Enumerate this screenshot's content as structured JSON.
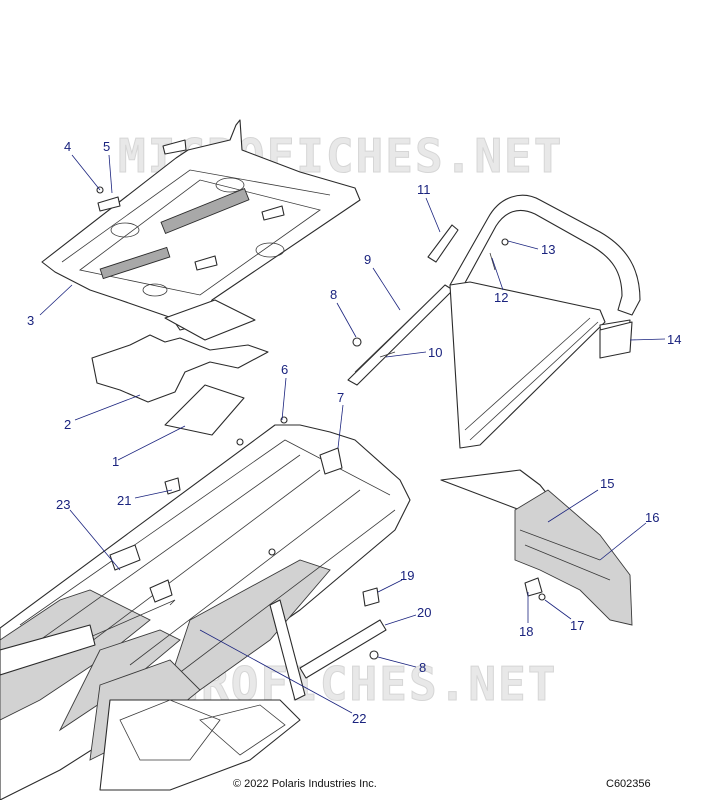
{
  "watermark": "MICROFICHES.NET",
  "callouts": {
    "c1": "1",
    "c2": "2",
    "c3": "3",
    "c4": "4",
    "c5": "5",
    "c6": "6",
    "c7": "7",
    "c8a": "8",
    "c8b": "8",
    "c9": "9",
    "c10": "10",
    "c11": "11",
    "c12": "12",
    "c13": "13",
    "c14": "14",
    "c15": "15",
    "c16": "16",
    "c17": "17",
    "c18": "18",
    "c19": "19",
    "c20": "20",
    "c21": "21",
    "c22": "22",
    "c23": "23"
  },
  "footer": {
    "copyright": "© 2022 Polaris Industries Inc.",
    "figure_id": "C602356"
  },
  "colors": {
    "callout": "#1a237e",
    "line_art": "#2b2b2b",
    "shade": "#d2d2d2"
  }
}
